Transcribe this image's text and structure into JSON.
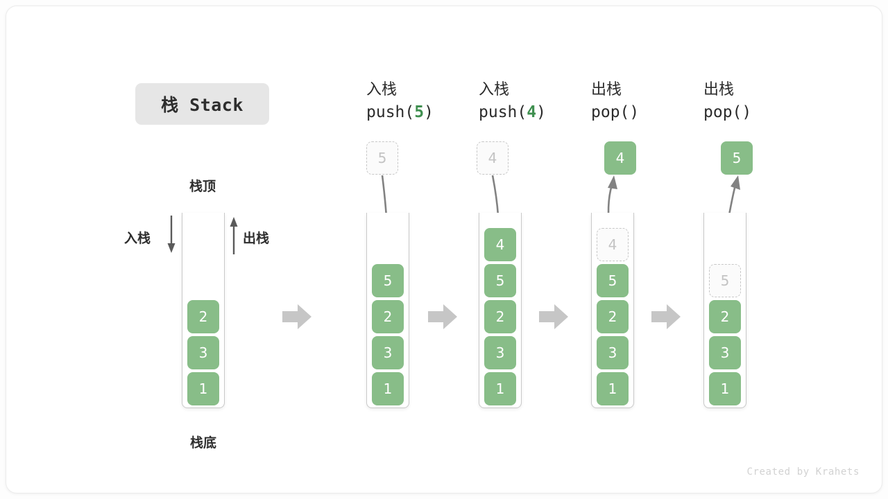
{
  "title": {
    "text": "栈 Stack"
  },
  "footer": {
    "text": "Created by Krahets"
  },
  "labels": {
    "top": "栈顶",
    "bottom": "栈底",
    "push": "入栈",
    "pop": "出栈"
  },
  "colors": {
    "element_fill": "#88bd88",
    "element_text": "#ffffff",
    "ghost_border": "#c8c8c8",
    "ghost_text": "#c3c3c3",
    "accent_green": "#3f8f4f",
    "arrow_gray": "#9e9e9e",
    "container_border": "#c9c9c9",
    "title_chip_bg": "#e6e6e6",
    "card_bg": "#ffffff",
    "page_bg": "#fdfdfd"
  },
  "columns": [
    {
      "id": "initial",
      "head_cn": "",
      "head_code": "",
      "head_code_num": "",
      "stack": [
        "2",
        "3",
        "1"
      ],
      "ghost_top": null,
      "floating": null,
      "floating_kind": null,
      "side_labels": {
        "left": "入栈",
        "right": "出栈"
      },
      "top_label": "栈顶",
      "bottom_label": "栈底"
    },
    {
      "id": "push5",
      "head_cn": "入栈",
      "head_code_pre": "push(",
      "head_code_num": "5",
      "head_code_post": ")",
      "stack": [
        "5",
        "2",
        "3",
        "1"
      ],
      "ghost_top": null,
      "floating": "5",
      "floating_kind": "ghost"
    },
    {
      "id": "push4",
      "head_cn": "入栈",
      "head_code_pre": "push(",
      "head_code_num": "4",
      "head_code_post": ")",
      "stack": [
        "4",
        "5",
        "2",
        "3",
        "1"
      ],
      "ghost_top": null,
      "floating": "4",
      "floating_kind": "ghost"
    },
    {
      "id": "pop1",
      "head_cn": "出栈",
      "head_code_pre": "pop(",
      "head_code_num": "",
      "head_code_post": ")",
      "stack": [
        "5",
        "2",
        "3",
        "1"
      ],
      "ghost_top": "4",
      "floating": "4",
      "floating_kind": "solid"
    },
    {
      "id": "pop2",
      "head_cn": "出栈",
      "head_code_pre": "pop(",
      "head_code_num": "",
      "head_code_post": ")",
      "stack": [
        "2",
        "3",
        "1"
      ],
      "ghost_top": "5",
      "floating": "5",
      "floating_kind": "solid"
    }
  ],
  "transitions": [
    {
      "from": "initial",
      "to": "push5"
    },
    {
      "from": "push5",
      "to": "push4"
    },
    {
      "from": "push4",
      "to": "pop1"
    },
    {
      "from": "pop1",
      "to": "pop2"
    }
  ]
}
